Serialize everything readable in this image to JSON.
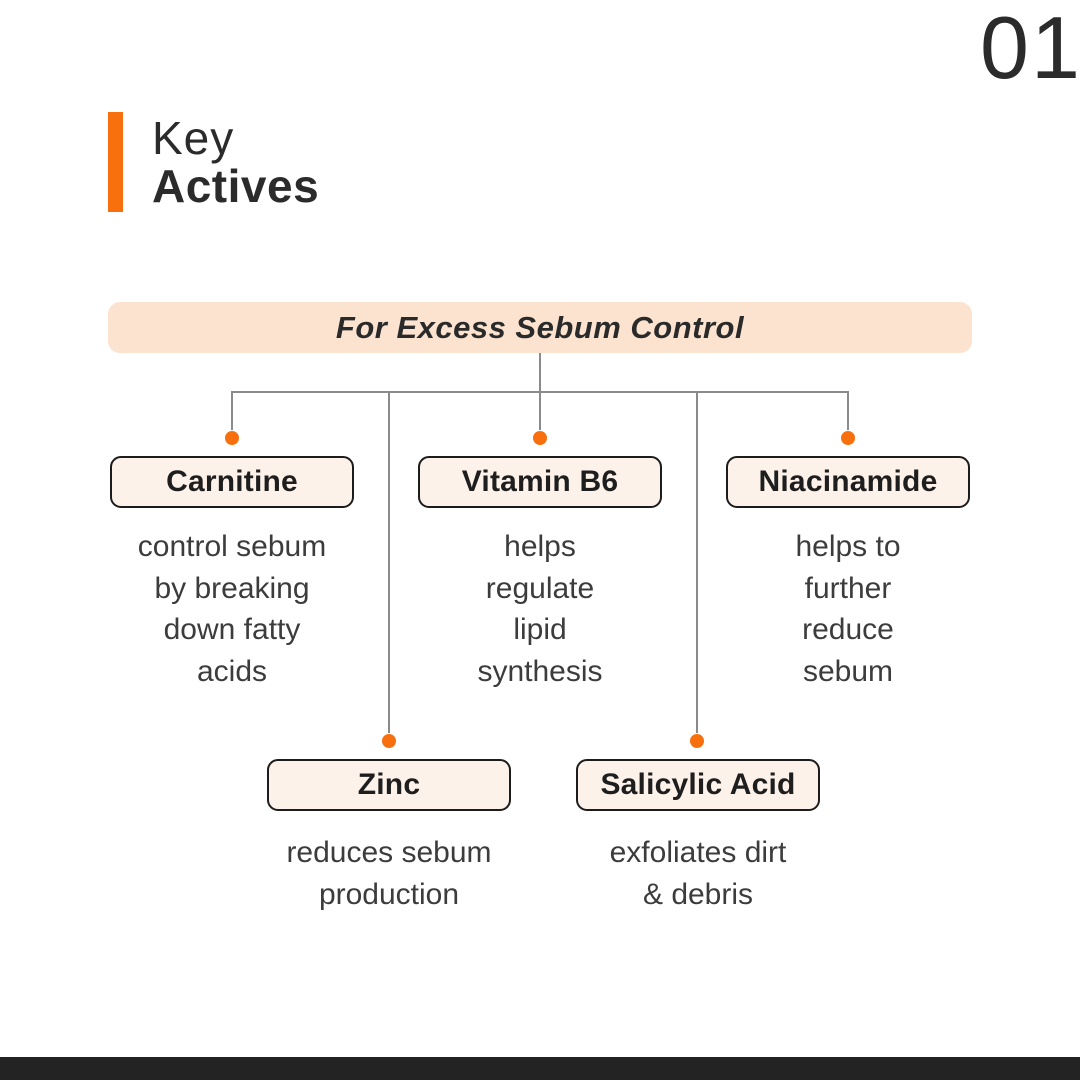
{
  "page": {
    "number": "01"
  },
  "title": {
    "line1": "Key",
    "line2": "Actives"
  },
  "banner": {
    "text": "For Excess Sebum Control"
  },
  "tree": {
    "nodes": [
      {
        "label": "Carnitine",
        "desc": "control sebum\nby breaking\ndown fatty\nacids"
      },
      {
        "label": "Vitamin B6",
        "desc": "helps\nregulate\nlipid\nsynthesis"
      },
      {
        "label": "Niacinamide",
        "desc": "helps to\nfurther\nreduce\nsebum"
      },
      {
        "label": "Zinc",
        "desc": "reduces sebum\nproduction"
      },
      {
        "label": "Salicylic Acid",
        "desc": "exfoliates dirt\n& debris"
      }
    ]
  },
  "colors": {
    "accent_orange": "#f8700e",
    "line_gray": "#8a8a8a",
    "banner_bg": "#fce3d0",
    "box_bg": "#fdf2e9",
    "box_border": "#1c1c1c",
    "text_dark": "#2b2b2b",
    "text_body": "#3c3c3c",
    "footer_bar": "#232323",
    "page_bg": "#ffffff"
  }
}
